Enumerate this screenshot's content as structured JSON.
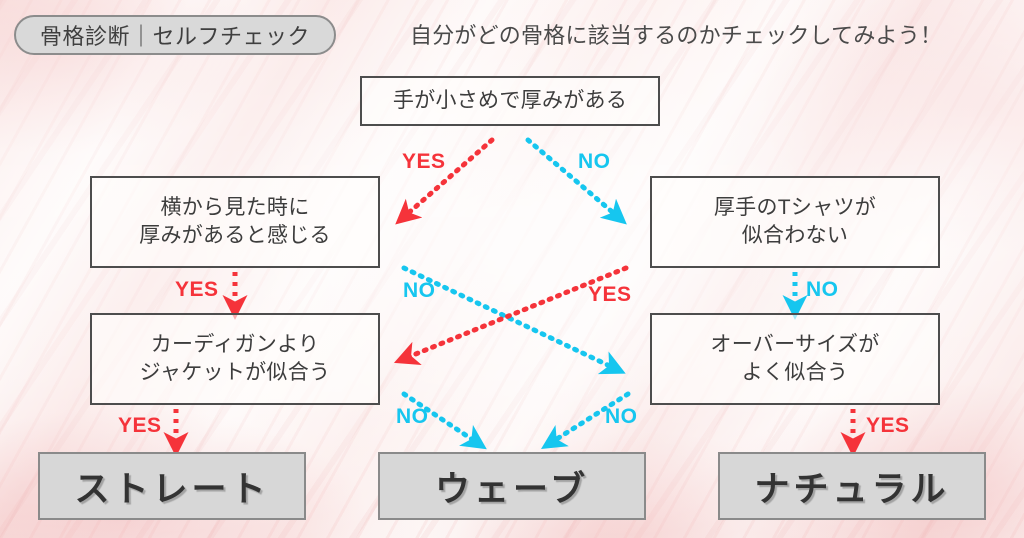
{
  "header": {
    "badge": "骨格診断｜セルフチェック",
    "note": "自分がどの骨格に該当するのかチェックしてみよう！"
  },
  "colors": {
    "yes": "#f5333a",
    "no": "#16c6ef",
    "box_border": "#4d4d4d",
    "result_fill": "#d7d7d7",
    "result_border": "#8a8a8a",
    "badge_fill": "#d9d9d9",
    "background": "#fdf5f4"
  },
  "questions": {
    "top": "手が小さめで厚みがある",
    "left1": "横から見た時に\n厚みがあると感じる",
    "left1_line1": "横から見た時に",
    "left1_line2": "厚みがあると感じる",
    "left2_line1": "カーディガンより",
    "left2_line2": "ジャケットが似合う",
    "right1_line1": "厚手のTシャツが",
    "right1_line2": "似合わない",
    "right2_line1": "オーバーサイズが",
    "right2_line2": "よく似合う"
  },
  "results": {
    "straight": "ストレート",
    "wave": "ウェーブ",
    "natural": "ナチュラル"
  },
  "arrow_labels": {
    "top_yes": "YES",
    "top_no": "NO",
    "mid_no": "NO",
    "mid_yes": "YES",
    "bottom_no_left": "NO",
    "bottom_no_right": "NO",
    "left_yes_1": "YES",
    "left_yes_2": "YES",
    "right_no_1": "NO",
    "right_yes_1": "YES"
  }
}
